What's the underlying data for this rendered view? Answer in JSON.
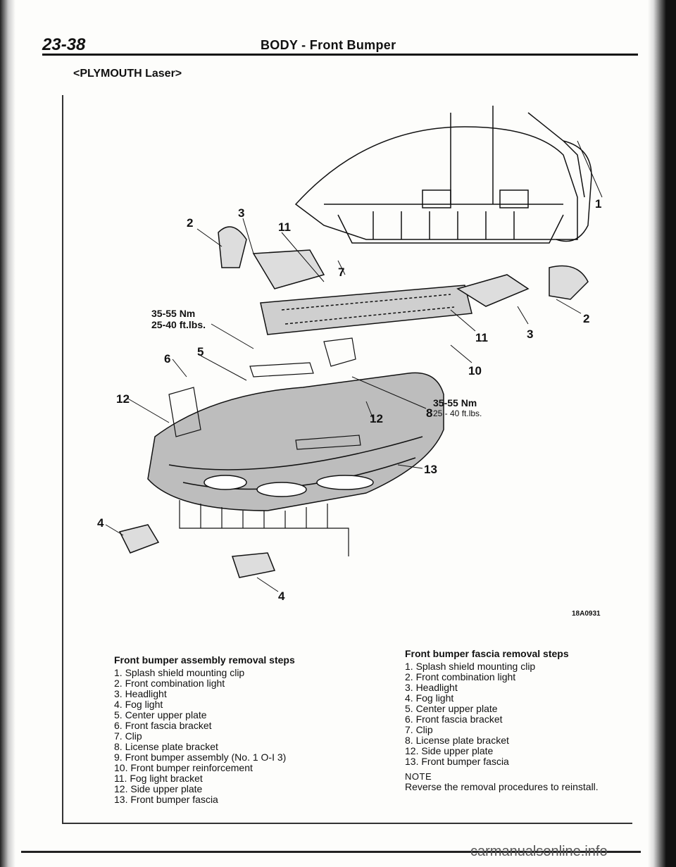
{
  "header": {
    "page_number": "23-38",
    "title": "BODY - Front Bumper",
    "model": "<PLYMOUTH Laser>"
  },
  "diagram": {
    "ref_code": "18A0931",
    "callouts": [
      "1",
      "2",
      "3",
      "11",
      "7",
      "2",
      "11",
      "3",
      "10",
      "8",
      "12",
      "12",
      "13",
      "4",
      "4",
      "6",
      "5"
    ],
    "torque_left": {
      "nm": "35-55 Nm",
      "ftlbs": "25-40 ft.lbs."
    },
    "torque_right": {
      "nm": "35-55 Nm",
      "ftlbs": "25 - 40 ft.lbs."
    }
  },
  "assembly_steps": {
    "heading": "Front bumper assembly removal steps",
    "items": [
      "1. Splash shield mounting clip",
      "2. Front combination light",
      "3. Headlight",
      "4. Fog light",
      "5. Center upper plate",
      "6. Front fascia bracket",
      "7. Clip",
      "8. License plate bracket",
      "9. Front bumper assembly (No. 1 O-I 3)",
      "10. Front bumper reinforcement",
      "11. Fog light bracket",
      "12. Side upper plate",
      "13. Front bumper fascia"
    ]
  },
  "fascia_steps": {
    "heading": "Front bumper fascia removal steps",
    "items": [
      "1. Splash shield mounting clip",
      "2. Front combination light",
      "3. Headlight",
      "4. Fog light",
      "5. Center upper plate",
      "6. Front fascia bracket",
      "7. Clip",
      "8. License plate bracket",
      "12. Side upper plate",
      "13. Front bumper fascia"
    ],
    "note_label": "NOTE",
    "note_text": "Reverse the removal procedures to reinstall."
  },
  "watermark": "carmanualsonline.info"
}
